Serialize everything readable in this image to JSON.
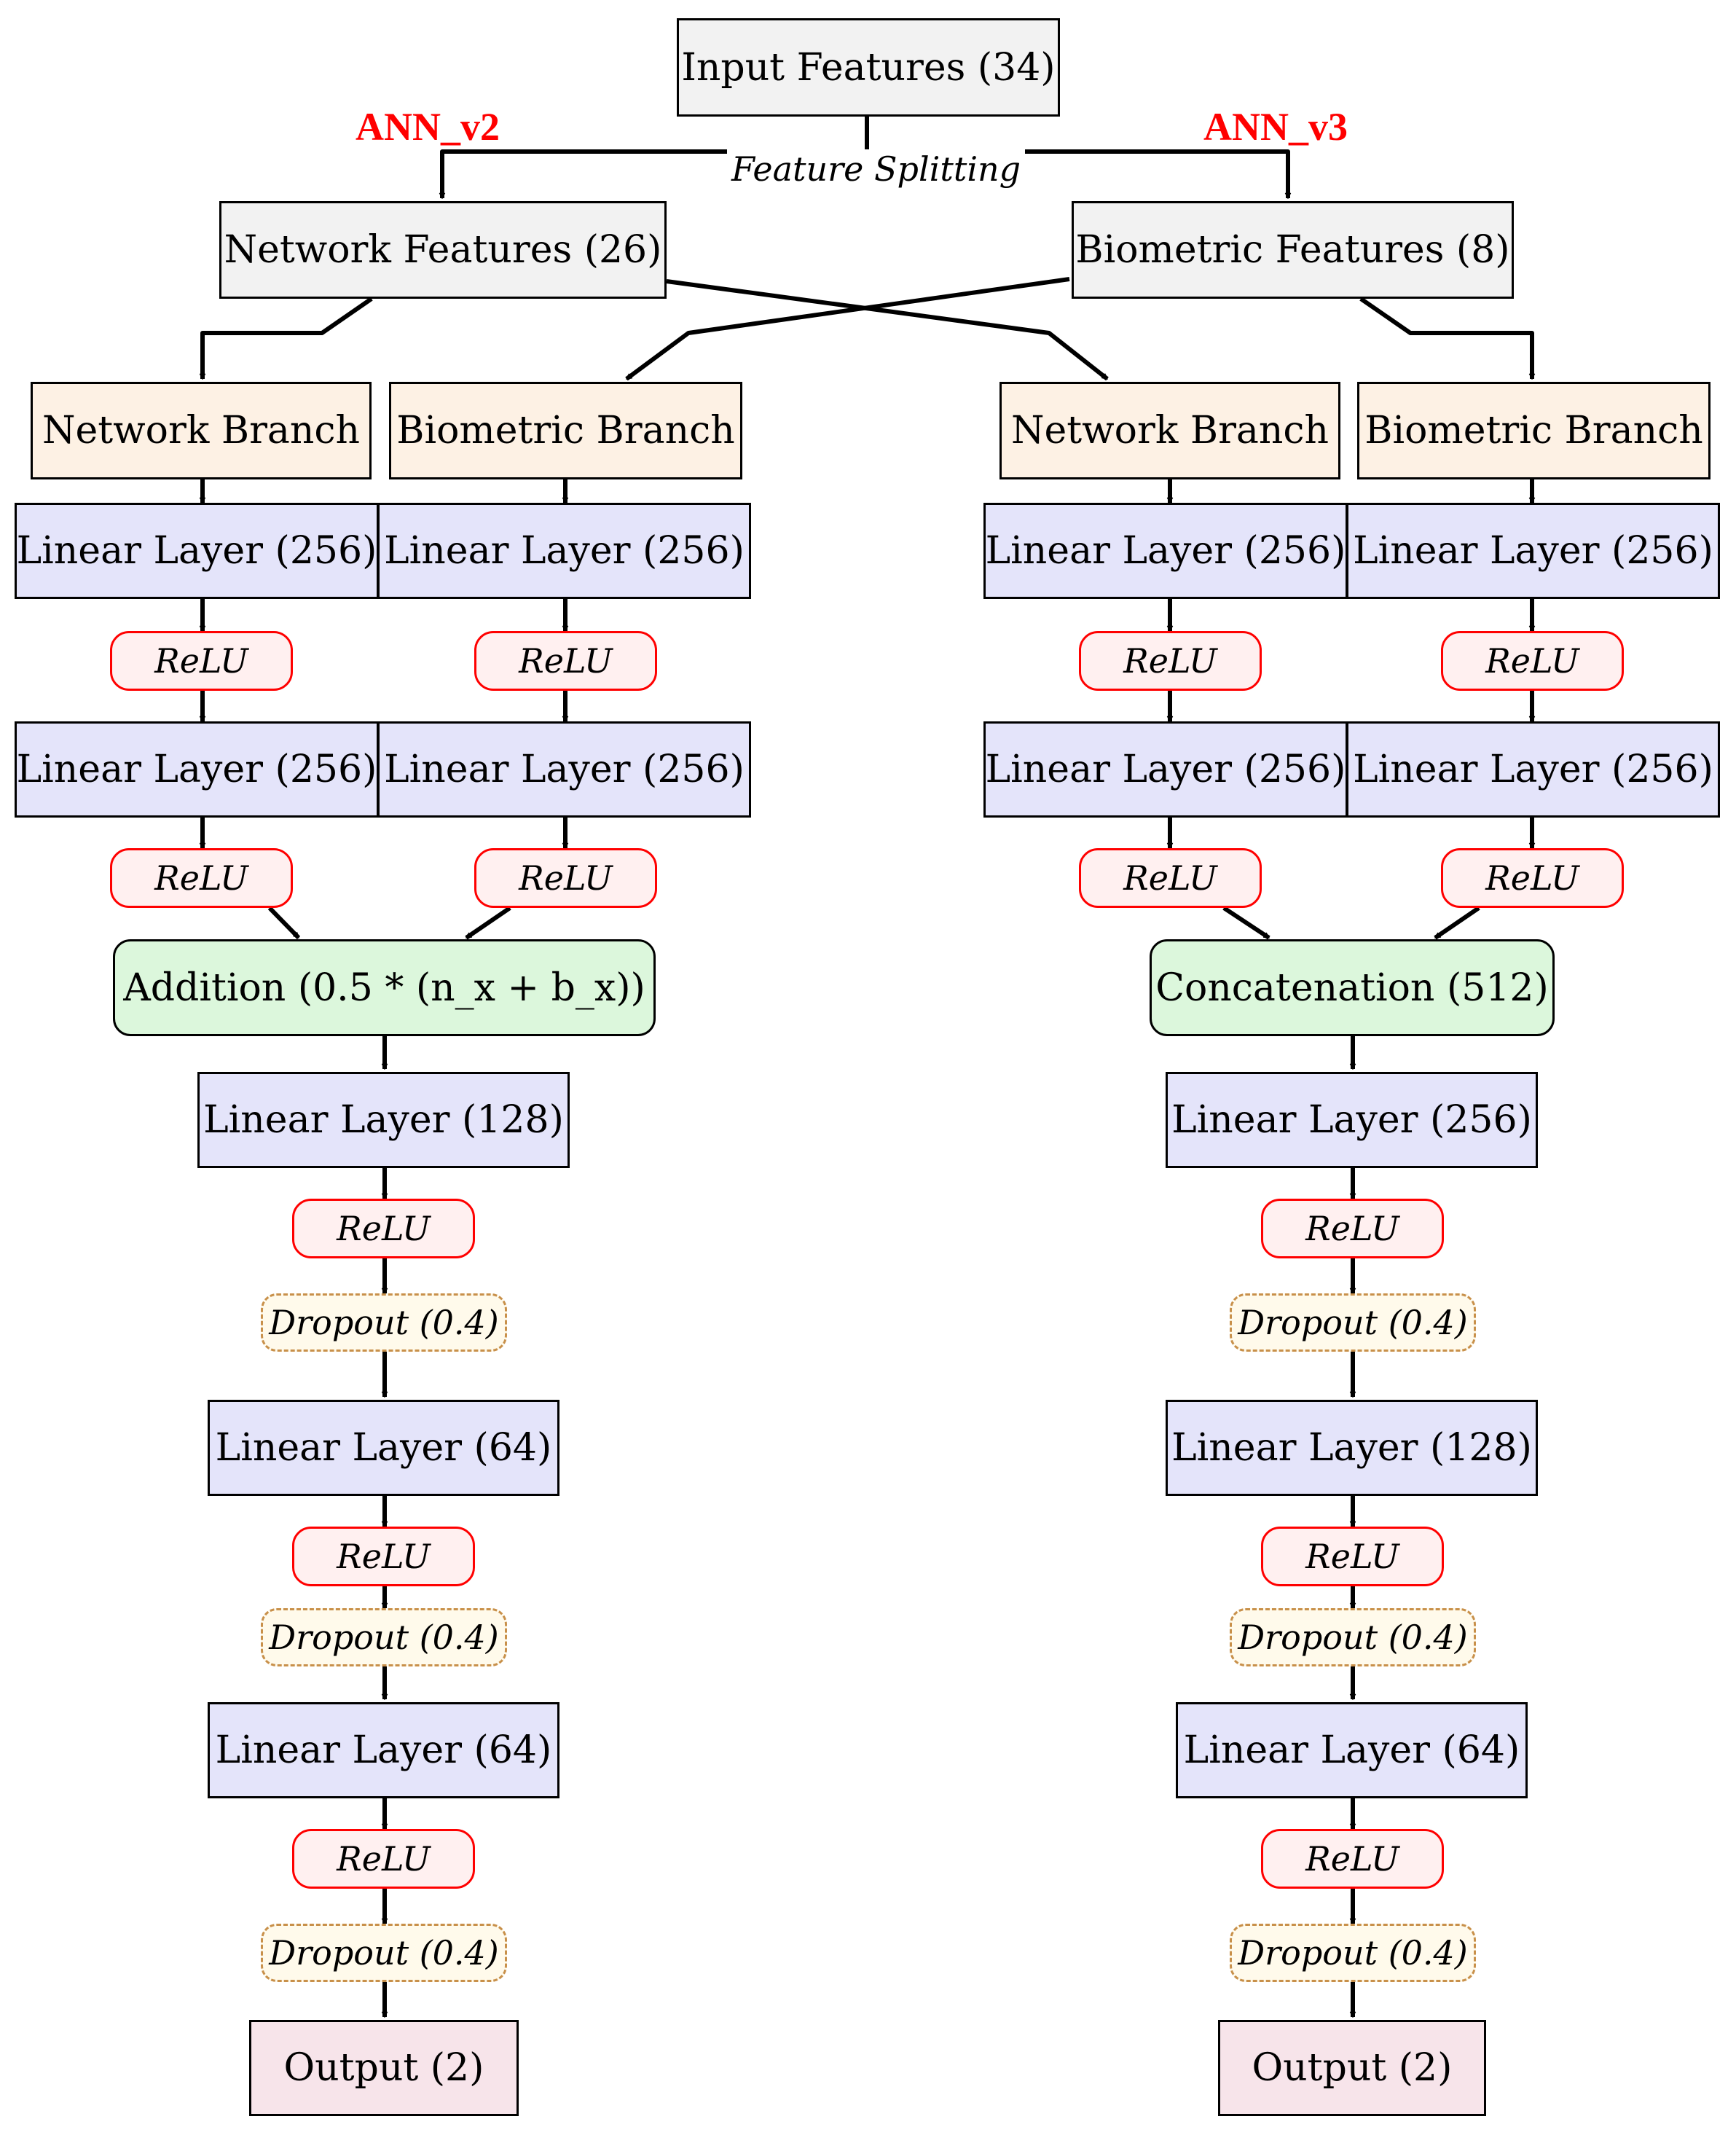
{
  "top": {
    "input": "Input Features (34)",
    "split_label": "Feature Splitting",
    "v2_title": "ANN_v2",
    "v3_title": "ANN_v3",
    "network_features": "Network Features (26)",
    "biometric_features": "Biometric Features (8)"
  },
  "v2": {
    "net_branch": "Network Branch",
    "bio_branch": "Biometric Branch",
    "net_l1": "Linear Layer (256)",
    "bio_l1": "Linear Layer (256)",
    "net_relu1": "ReLU",
    "bio_relu1": "ReLU",
    "net_l2": "Linear Layer (256)",
    "bio_l2": "Linear Layer (256)",
    "net_relu2": "ReLU",
    "bio_relu2": "ReLU",
    "merge": "Addition (0.5 * (n_x + b_x))",
    "h1": "Linear Layer (128)",
    "h1_relu": "ReLU",
    "h1_drop": "Dropout (0.4)",
    "h2": "Linear Layer (64)",
    "h2_relu": "ReLU",
    "h2_drop": "Dropout (0.4)",
    "h3": "Linear Layer (64)",
    "h3_relu": "ReLU",
    "h3_drop": "Dropout (0.4)",
    "output": "Output (2)"
  },
  "v3": {
    "net_branch": "Network Branch",
    "bio_branch": "Biometric Branch",
    "net_l1": "Linear Layer (256)",
    "bio_l1": "Linear Layer (256)",
    "net_relu1": "ReLU",
    "bio_relu1": "ReLU",
    "net_l2": "Linear Layer (256)",
    "bio_l2": "Linear Layer (256)",
    "net_relu2": "ReLU",
    "bio_relu2": "ReLU",
    "merge": "Concatenation (512)",
    "h1": "Linear Layer (256)",
    "h1_relu": "ReLU",
    "h1_drop": "Dropout (0.4)",
    "h2": "Linear Layer (128)",
    "h2_relu": "ReLU",
    "h2_drop": "Dropout (0.4)",
    "h3": "Linear Layer (64)",
    "h3_relu": "ReLU",
    "h3_drop": "Dropout (0.4)",
    "output": "Output (2)"
  },
  "colors": {
    "input_fill": "#f2f2f2",
    "branch_fill": "#fdf1e4",
    "linear_fill": "#e4e4fa",
    "merge_fill": "#dcf7dc",
    "output_fill": "#f7e4ea",
    "relu_border": "#ff0000",
    "dropout_border": "#c8904a",
    "title_color": "#ff0000"
  }
}
